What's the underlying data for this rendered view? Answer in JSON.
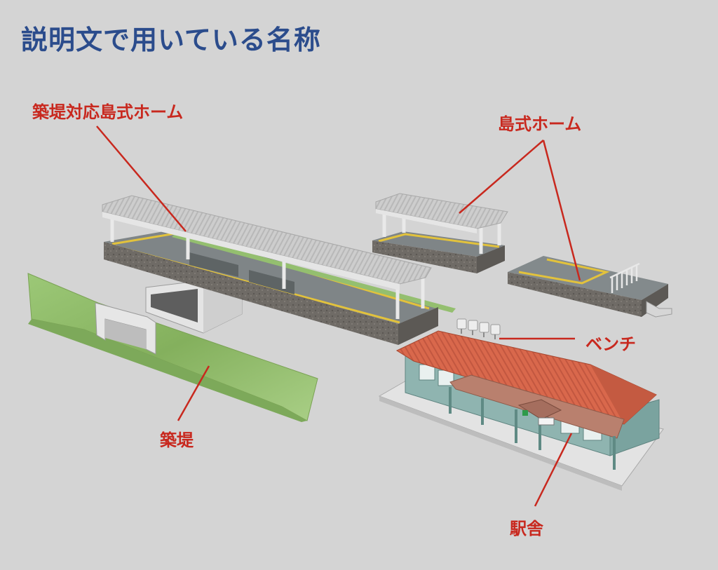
{
  "title": "説明文で用いている名称",
  "labels": {
    "embankment_platform": "築堤対応島式ホーム",
    "island_platform": "島式ホーム",
    "bench": "ベンチ",
    "embankment": "築堤",
    "station_building": "駅舎"
  },
  "colors": {
    "background": "#d4d4d4",
    "title": "#2b4c8c",
    "label": "#c8281e",
    "leader_line": "#c8281e",
    "roof_grey": "#c9c9c9",
    "platform_stone": "#6e6a66",
    "platform_yellow": "#e2c23c",
    "embankment_green": "#8fbb6a",
    "station_roof": "#d4644a",
    "station_wall": "#8fb4b0"
  }
}
